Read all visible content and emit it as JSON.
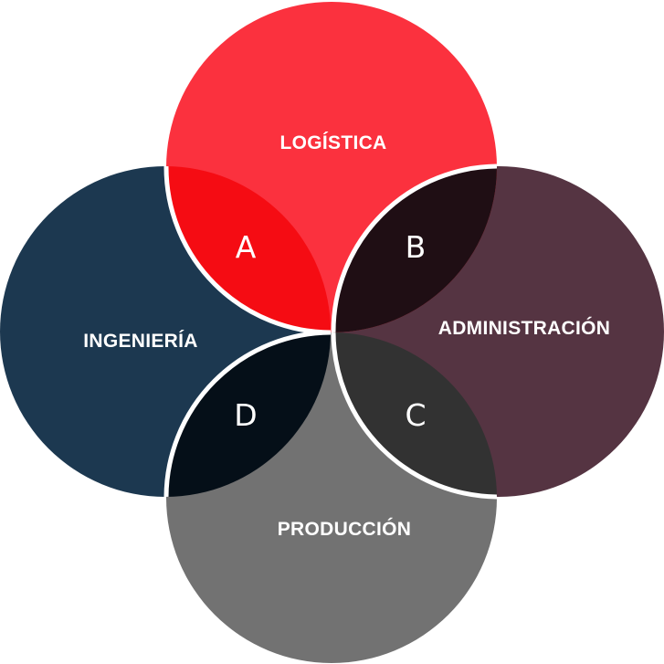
{
  "diagram": {
    "sets": [
      {
        "id": "top",
        "label": "LOGÍSTICA",
        "color": "#fb313e"
      },
      {
        "id": "right",
        "label": "ADMINISTRACIÓN",
        "color": "#553442"
      },
      {
        "id": "bottom",
        "label": "PRODUCCIÓN",
        "color": "#727272"
      },
      {
        "id": "left",
        "label": "INGENIERÍA",
        "color": "#1c3850"
      }
    ],
    "overlaps": [
      {
        "letter": "A",
        "sets": [
          "top",
          "left"
        ],
        "color": "#f50c13"
      },
      {
        "letter": "B",
        "sets": [
          "top",
          "right"
        ],
        "color": "#1f0e14"
      },
      {
        "letter": "C",
        "sets": [
          "right",
          "bottom"
        ],
        "color": "#323232"
      },
      {
        "letter": "D",
        "sets": [
          "bottom",
          "left"
        ],
        "color": "#050f18"
      }
    ],
    "outline_color": "#ffffff"
  }
}
